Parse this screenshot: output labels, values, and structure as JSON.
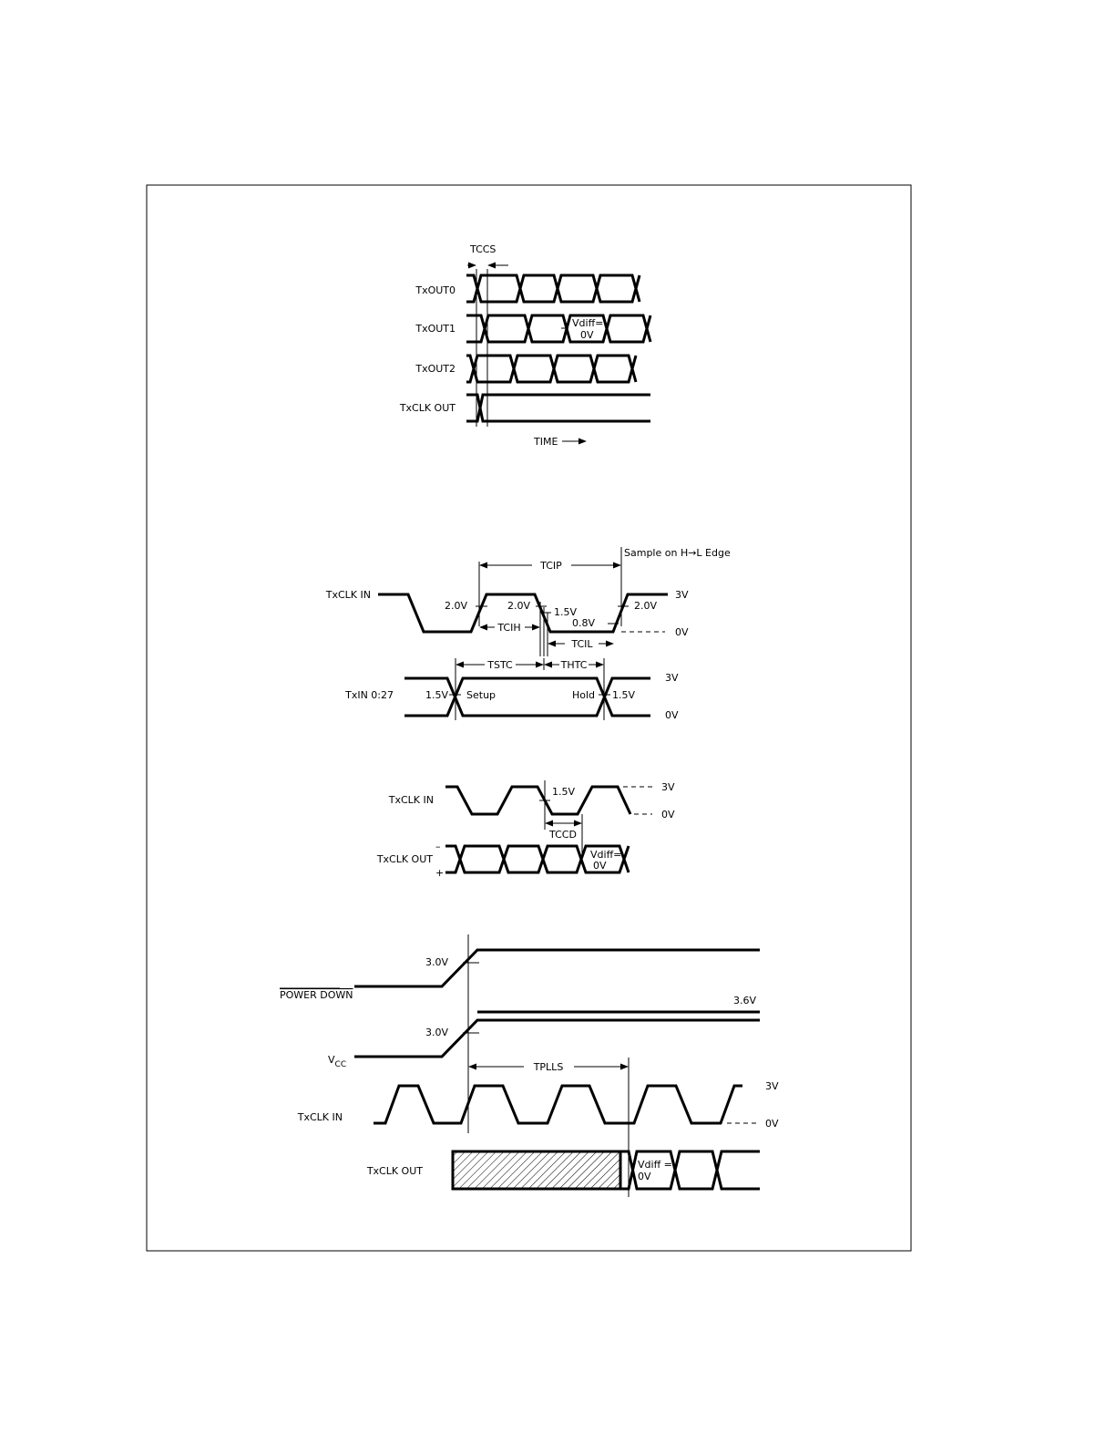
{
  "colors": {
    "ink": "#000000",
    "background": "#ffffff"
  },
  "fig1": {
    "tccs": "TCCS",
    "txout0": "TxOUT0",
    "txout1": "TxOUT1",
    "txout2": "TxOUT2",
    "txclk_out": "TxCLK OUT",
    "vdiff_1": "Vdiff=",
    "vdiff_2": "0V",
    "time": "TIME"
  },
  "fig2": {
    "txclk_in": "TxCLK IN",
    "tcip": "TCIP",
    "sample": "Sample on H→L Edge",
    "v20a": "2.0V",
    "v20b": "2.0V",
    "v15": "1.5V",
    "v08": "0.8V",
    "v20c": "2.0V",
    "v3": "3V",
    "v0": "0V",
    "tcih": "TCIH",
    "tcil": "TCIL",
    "tstc": "TSTC",
    "thtc": "THTC",
    "txin": "TxIN 0:27",
    "v15a": "1.5V",
    "setup": "Setup",
    "hold": "Hold",
    "v15b": "1.5V",
    "v3b": "3V",
    "v0b": "0V"
  },
  "fig3": {
    "txclk_in": "TxCLK IN",
    "v15": "1.5V",
    "v3": "3V",
    "v0": "0V",
    "tccd": "TCCD",
    "txclk_out": "TxCLK OUT",
    "minus": "–",
    "plus": "+",
    "vdiff_1": "Vdiff=",
    "vdiff_2": "0V"
  },
  "fig4": {
    "v30a": "3.0V",
    "power_down": "POWER DOWN",
    "v36": "3.6V",
    "v30b": "3.0V",
    "vcc_main": "V",
    "vcc_sub": "CC",
    "tplls": "TPLLS",
    "txclk_in": "TxCLK IN",
    "v3": "3V",
    "v0": "0V",
    "txclk_out": "TxCLK OUT",
    "vdiff_1": "Vdiff =",
    "vdiff_2": "0V"
  }
}
